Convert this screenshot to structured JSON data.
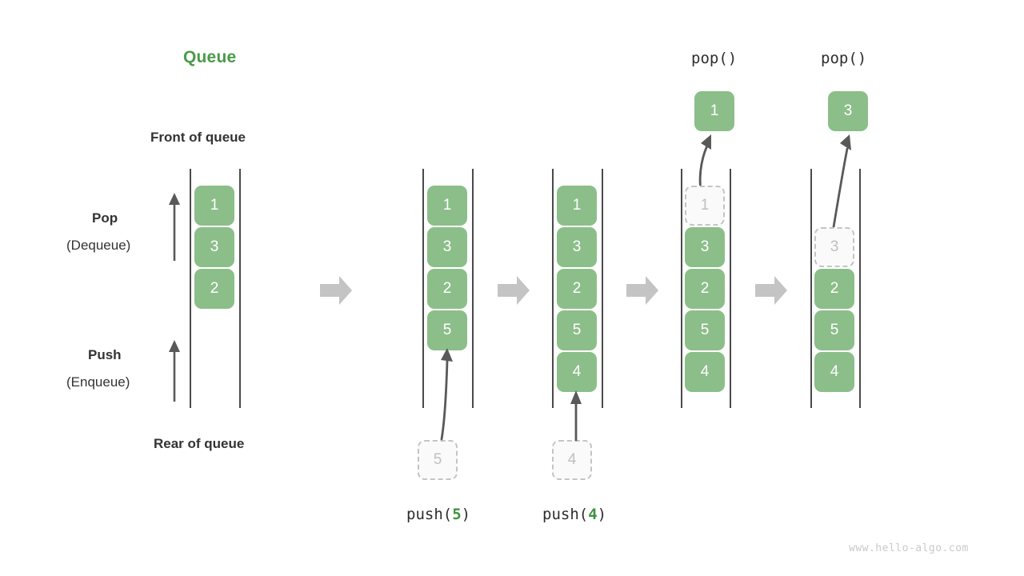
{
  "diagram": {
    "title": "Queue",
    "watermark": "www.hello-algo.com",
    "labels": {
      "front": "Front of queue",
      "rear": "Rear of queue",
      "pop_main": "Pop",
      "pop_sub": "(Dequeue)",
      "push_main": "Push",
      "push_sub": "(Enqueue)"
    },
    "colors": {
      "title_green": "#4a9a4a",
      "cell_green": "#8cbe8a",
      "ghost_border": "#c4c4c4",
      "ghost_text": "#c0c0c0",
      "rail": "#4a4a4a",
      "step_arrow": "#c4c4c4",
      "motion_arrow": "#595959",
      "text": "#333333",
      "watermark": "#c9c9c9"
    },
    "columns": [
      {
        "id": "initial-queue",
        "caption": "",
        "cells": [
          {
            "value": "1",
            "state": "filled"
          },
          {
            "value": "3",
            "state": "filled"
          },
          {
            "value": "2",
            "state": "filled"
          }
        ],
        "incoming": null,
        "popped": null
      },
      {
        "id": "after-push-5",
        "caption": "push(5)",
        "caption_fn": "push",
        "caption_arg": "5",
        "cells": [
          {
            "value": "1",
            "state": "filled"
          },
          {
            "value": "3",
            "state": "filled"
          },
          {
            "value": "2",
            "state": "filled"
          },
          {
            "value": "5",
            "state": "filled"
          }
        ],
        "incoming": {
          "value": "5",
          "state": "ghost"
        },
        "popped": null
      },
      {
        "id": "after-push-4",
        "caption": "push(4)",
        "caption_fn": "push",
        "caption_arg": "4",
        "cells": [
          {
            "value": "1",
            "state": "filled"
          },
          {
            "value": "3",
            "state": "filled"
          },
          {
            "value": "2",
            "state": "filled"
          },
          {
            "value": "5",
            "state": "filled"
          },
          {
            "value": "4",
            "state": "filled"
          }
        ],
        "incoming": {
          "value": "4",
          "state": "ghost"
        },
        "popped": null
      },
      {
        "id": "after-pop-1",
        "caption": "pop()",
        "cells": [
          {
            "value": "1",
            "state": "ghost"
          },
          {
            "value": "3",
            "state": "filled"
          },
          {
            "value": "2",
            "state": "filled"
          },
          {
            "value": "5",
            "state": "filled"
          },
          {
            "value": "4",
            "state": "filled"
          }
        ],
        "incoming": null,
        "popped": {
          "value": "1",
          "state": "filled"
        }
      },
      {
        "id": "after-pop-3",
        "caption": "pop()",
        "cells": [
          {
            "value": "3",
            "state": "ghost"
          },
          {
            "value": "2",
            "state": "filled"
          },
          {
            "value": "5",
            "state": "filled"
          },
          {
            "value": "4",
            "state": "filled"
          }
        ],
        "incoming": null,
        "popped": {
          "value": "3",
          "state": "filled"
        }
      }
    ]
  }
}
